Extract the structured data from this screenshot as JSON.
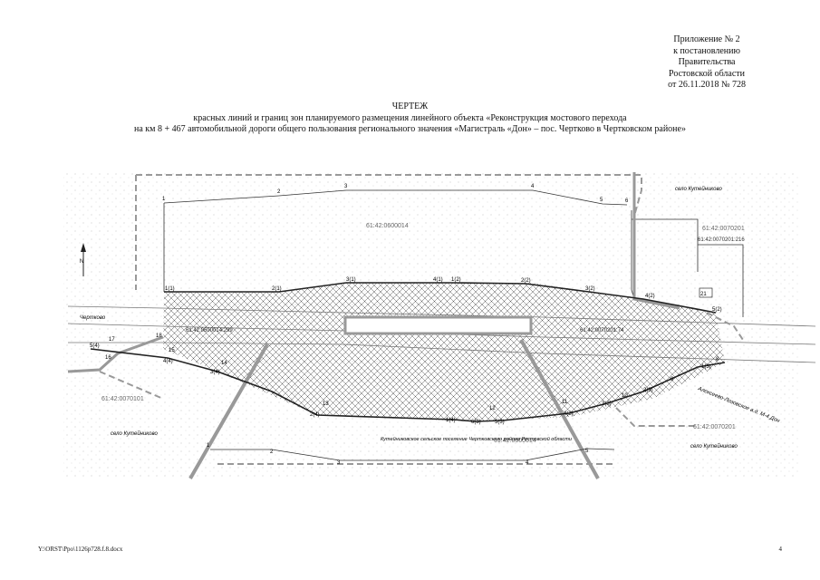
{
  "appendix": {
    "line1": "Приложение № 2",
    "line2": "к постановлению",
    "line3": "Правительства",
    "line4": "Ростовской области",
    "line5": "от 26.11.2018 № 728"
  },
  "title": {
    "heading": "ЧЕРТЕЖ",
    "line1": "красных линий и границ зон планируемого размещения линейного объекта «Реконструкция мостового перехода",
    "line2": "на км 8 + 467 автомобильной дороги общего пользования регионального значения «Магистраль «Дон» – пос. Чертково в Чертковском районе»"
  },
  "map_labels": {
    "cadastre_north": "61:42:0600014",
    "cadastre_ne_block": "61:42:0070201",
    "cadastre_ne_parcel": "61:42:0070201:216",
    "cadastre_center_west": "61:42:0600014:299",
    "cadastre_center_east": "61:42:0070201:74",
    "cadastre_south": "61:42:0600014",
    "cadastre_sw": "61:42:0070101",
    "cadastre_se": "61:42:0070201",
    "village_ne": "село Кутейниково",
    "village_sw": "село Кутейниково",
    "village_se": "село Кутейниково",
    "settlement": "Кутейниковское сельское поселение Чертковского района Ростовской области",
    "road_west": "Чертково",
    "road_east": "Алексеево-Лозовское а.д. М-4 Дон",
    "north_arrow": "N"
  },
  "points": {
    "north_top": [
      "1",
      "2",
      "3",
      "4",
      "5",
      "6"
    ],
    "red_north": [
      "1(1)",
      "2(1)",
      "3(1)",
      "4(1)",
      "1(2)",
      "2(2)",
      "3(2)",
      "4(2)",
      "5(2)"
    ],
    "red_south": [
      "5(4)",
      "4(4)",
      "3(4)",
      "2(4)",
      "1(4)",
      "6(3)",
      "5(3)",
      "4(3)",
      "3(3)",
      "2(3)",
      "1(3)"
    ],
    "south_bottom": [
      "1",
      "2",
      "3",
      "4",
      "5"
    ],
    "misc": [
      "21",
      "17",
      "18",
      "16",
      "15",
      "14",
      "13",
      "12",
      "11",
      "10",
      "9",
      "8"
    ]
  },
  "colors": {
    "red_line": "#222222",
    "zone_boundary": "#9a9a9a",
    "hatch": "#555555",
    "road": "#8c8c8c"
  },
  "footer": {
    "path": "Y:\\ORST\\Ppo\\1126p728.f.8.docx",
    "page": "4"
  }
}
